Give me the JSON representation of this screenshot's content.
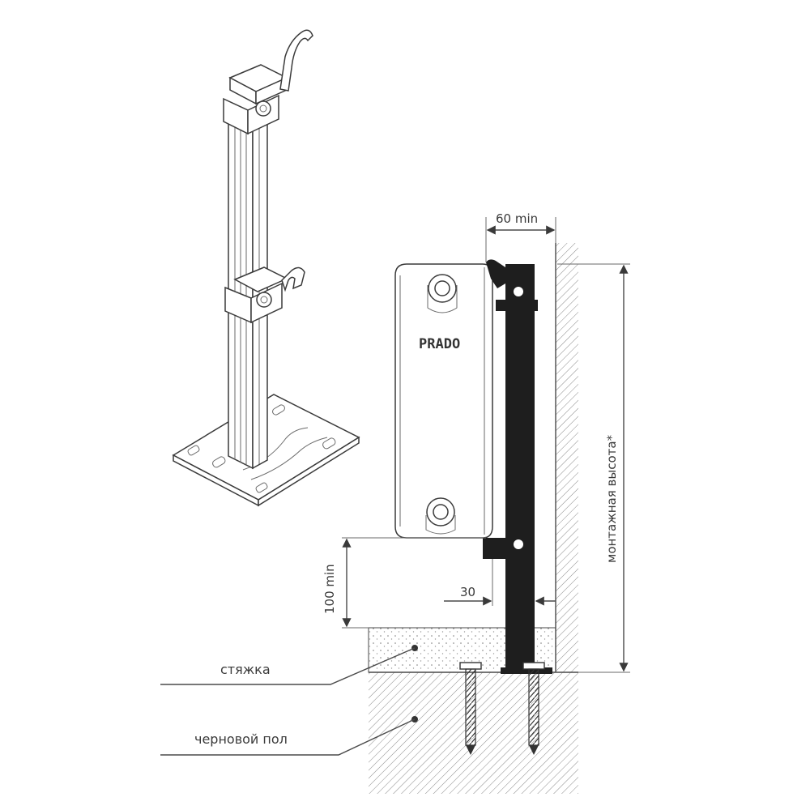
{
  "brand_label": "PRADO",
  "dimensions": {
    "gap_wall": "60 min",
    "floor_clearance": "100 min",
    "offset": "30",
    "mount_height": "монтажная высота*"
  },
  "layers": {
    "screed": "стяжка",
    "subfloor": "черновой пол"
  },
  "colors": {
    "bracket": "#1e1e1e",
    "outline": "#3a3a3a",
    "hatch": "#8a8a8a"
  }
}
